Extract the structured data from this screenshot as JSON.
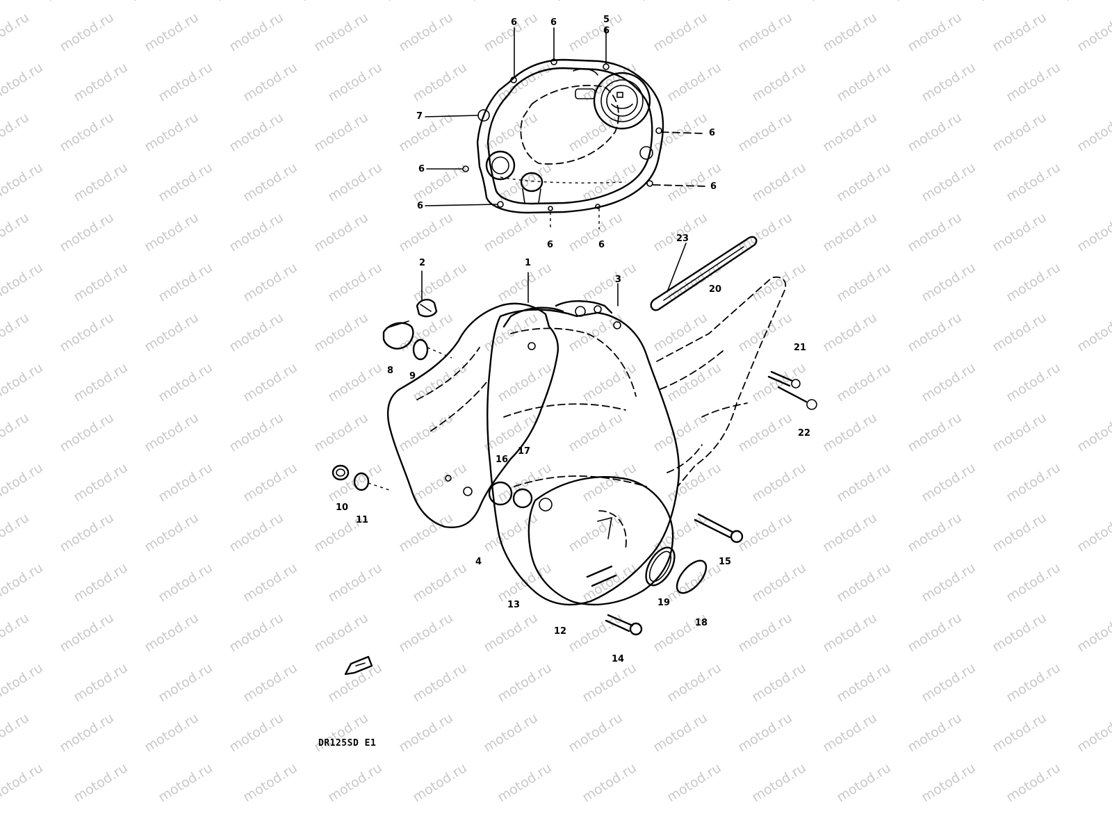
{
  "watermark": {
    "text": "motod.ru"
  },
  "diagram": {
    "model_code": "DR125SD E1",
    "callouts": [
      "1",
      "2",
      "3",
      "4",
      "5",
      "6",
      "7",
      "8",
      "9",
      "10",
      "11",
      "12",
      "13",
      "14",
      "15",
      "16",
      "17",
      "18",
      "19",
      "20",
      "21",
      "22",
      "23"
    ]
  }
}
